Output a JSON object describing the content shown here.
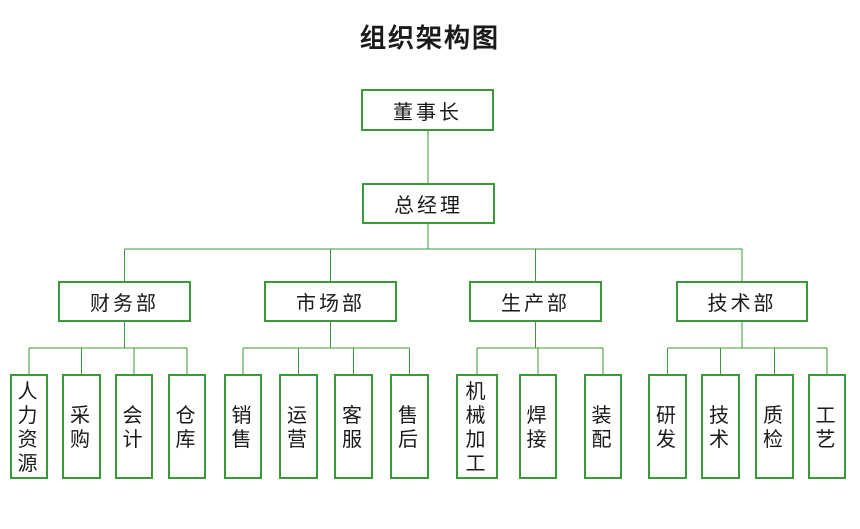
{
  "title": "组织架构图",
  "colors": {
    "border": "#3a9a3a",
    "line": "#3a9a3a"
  },
  "root": {
    "label": "董事长"
  },
  "manager": {
    "label": "总经理"
  },
  "departments": [
    {
      "label": "财务部",
      "units": [
        "人力资源",
        "采购",
        "会计",
        "仓库"
      ]
    },
    {
      "label": "市场部",
      "units": [
        "销售",
        "运营",
        "客服",
        "售后"
      ]
    },
    {
      "label": "生产部",
      "units": [
        "机械加工",
        "焊接",
        "装配"
      ]
    },
    {
      "label": "技术部",
      "units": [
        "研发",
        "技术",
        "质检",
        "工艺"
      ]
    }
  ]
}
